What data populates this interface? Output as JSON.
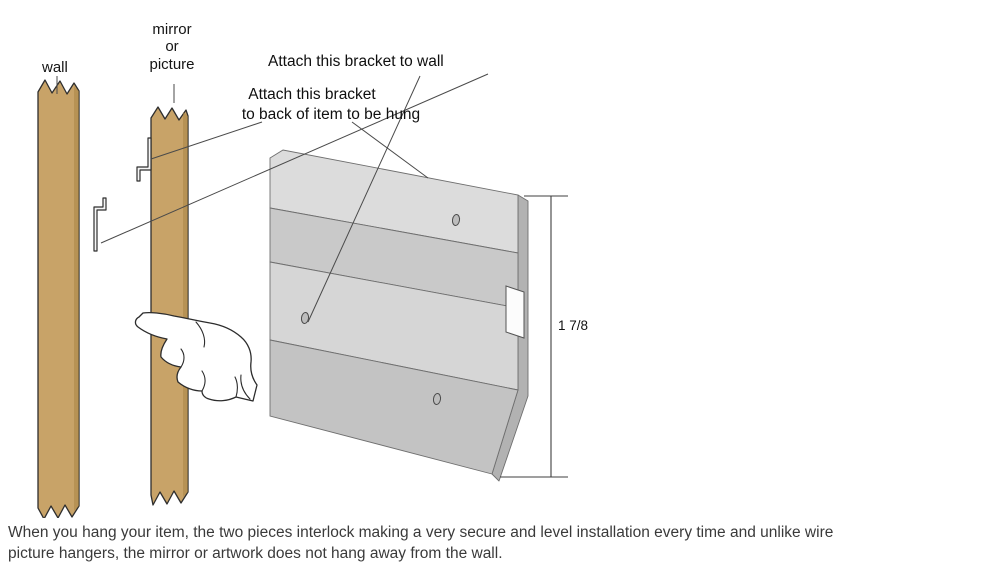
{
  "diagram": {
    "labels": {
      "wall": "wall",
      "mirror1": "mirror",
      "mirror2": "or",
      "mirror3": "picture",
      "attach_wall": "Attach this bracket to wall",
      "attach_item1": "Attach this bracket",
      "attach_item2": "to back of item to be hung",
      "dimension": "1 7/8"
    },
    "colors": {
      "wood": "#c8a368",
      "wood_shadow": "#a5823f",
      "bracket_a": "#dcdcdc",
      "bracket_b": "#c9c9c9",
      "bracket_c": "#d6d6d6",
      "bracket_d": "#c3c3c3",
      "bracket_dark": "#b2b2b2",
      "outline": "#2e2e2e",
      "leader": "#4a4a4a"
    }
  },
  "caption": {
    "line1": "When you hang your item, the two pieces interlock making a very secure and level installation every time and unlike wire",
    "line2": "picture hangers, the mirror or artwork does not hang away from the wall."
  }
}
